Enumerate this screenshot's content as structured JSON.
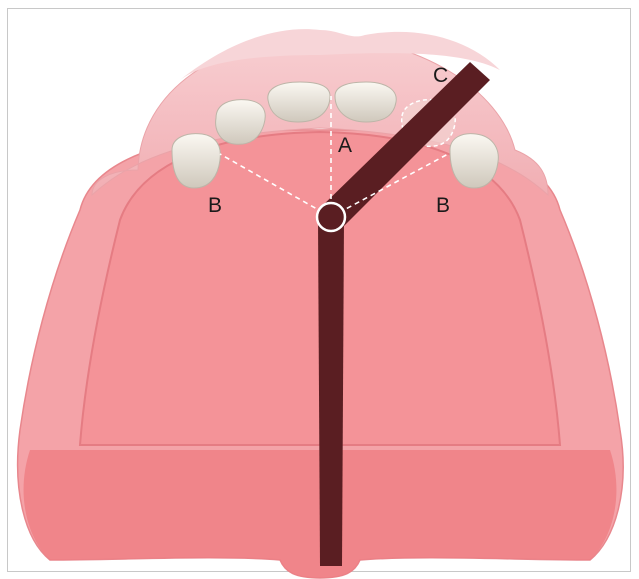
{
  "labels": {
    "a": "A",
    "b_left": "B",
    "b_right": "B",
    "c": "C"
  },
  "colors": {
    "gum_light": "#f6c4c8",
    "gum_pink": "#f4a3a8",
    "palate": "#f49398",
    "palate_deep": "#ef7b80",
    "bar": "#5a1e22",
    "teeth": "#f1ece4",
    "dashed_lines": "#ffffff"
  }
}
